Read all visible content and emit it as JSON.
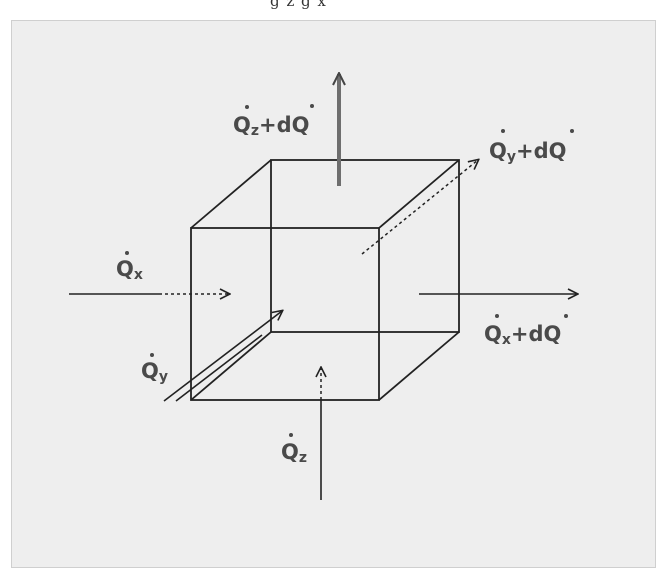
{
  "figure": {
    "top_cut_text": "ġ z     ġ x",
    "labels": {
      "qz_out": {
        "main": "Q",
        "sub": "z",
        "tail": "+dQ"
      },
      "qy_out": {
        "main": "Q",
        "sub": "y",
        "tail": "+dQ"
      },
      "qx_in": {
        "main": "Q",
        "sub": "x",
        "tail": ""
      },
      "qx_out": {
        "main": "Q",
        "sub": "x",
        "tail": "+dQ"
      },
      "qy_in": {
        "main": "Q",
        "sub": "y",
        "tail": ""
      },
      "qz_in": {
        "main": "Q",
        "sub": "z",
        "tail": ""
      }
    },
    "colors": {
      "panel": "#eeeeee",
      "line": "#222222",
      "outflow_z": "#6e6e6e",
      "label": "#4a4a4a"
    }
  }
}
